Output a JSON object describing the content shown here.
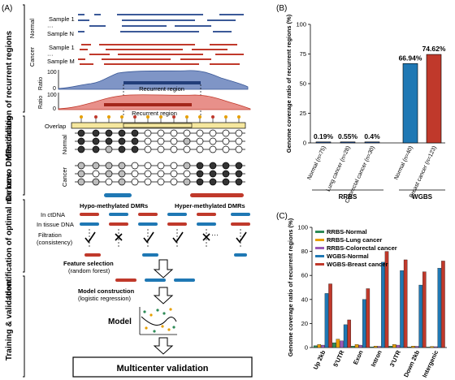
{
  "panels": {
    "a": "(A)",
    "b": "(B)",
    "c": "(C)"
  },
  "stages": [
    "Identification of recurrent regions",
    "De novo DMRs calling",
    "Identification of optimal markers",
    "Training & validation"
  ],
  "panel_a": {
    "normal_group": "Normal",
    "cancer_group": "Cancer",
    "sample_1": "Sample 1",
    "sample_n": "Sample N",
    "sample_m": "Sample M",
    "ellipsis": "···",
    "ratio": "Ratio",
    "ratio_max": "100",
    "ratio_min": "0",
    "recurrent_region": "Recurrent region",
    "overlap": "Overlap",
    "row_normal": "Normal",
    "row_cancer": "Cancer",
    "hypo": "Hypo-methylated DMRs",
    "hyper": "Hyper-methylated DMRs",
    "in_ctdna": "In ctDNA",
    "in_tissue": "In tissue DNA",
    "filtration": "Filtration",
    "filtration_sub": "(consistency)",
    "feature_selection": "Feature selection",
    "feature_selection_sub": "(random forest)",
    "model_construction": "Model construction",
    "model_construction_sub": "(logistic regression)",
    "model": "Model",
    "multicenter": "Multicenter validation",
    "colors": {
      "normal": "#3b5998",
      "cancer": "#c0392b",
      "dmr_blue": "#1f78b4",
      "dmr_red": "#c0392b",
      "overlap": "#f5e79e"
    }
  },
  "chart_data": [
    {
      "type": "bar",
      "title": "",
      "ylabel": "Genome coverage ratio of recurrent regions (%)",
      "ylim": [
        0,
        100
      ],
      "yticks": [
        0,
        25,
        50,
        75,
        100
      ],
      "grid": false,
      "groups": [
        {
          "label": "RRBS",
          "categories": [
            "Normal (n=75)",
            "Lung cancer (n=28)",
            "Colorectal cancer (n=30)"
          ],
          "values": [
            0.19,
            0.55,
            0.4
          ],
          "labels": [
            "0.19%",
            "0.55%",
            "0.4%"
          ]
        },
        {
          "label": "WGBS",
          "categories": [
            "Normal (n=40)",
            "Breast cancer (n=123)"
          ],
          "values": [
            66.94,
            74.62
          ],
          "labels": [
            "66.94%",
            "74.62%"
          ],
          "colors": [
            "#1f78b4",
            "#c0392b"
          ]
        }
      ]
    },
    {
      "type": "bar",
      "title": "",
      "ylabel": "Genome coverage ratio of recurrent regions (%)",
      "ylim": [
        0,
        100
      ],
      "yticks": [
        0,
        20,
        40,
        60,
        80,
        100
      ],
      "grid": false,
      "legend_placement": "top-left",
      "categories": [
        "Up 2kb",
        "5'UTR",
        "Exon",
        "Intron",
        "3'UTR",
        "Down 2kb",
        "Intergenic"
      ],
      "series": [
        {
          "name": "RRBS-Normal",
          "color": "#2e8b57",
          "values": [
            1.5,
            4,
            1.2,
            0.6,
            1.2,
            0.5,
            0.4
          ]
        },
        {
          "name": "RRBS-Lung cancer",
          "color": "#e69f00",
          "values": [
            2.5,
            7,
            2.5,
            1.2,
            2.5,
            1.2,
            0.9
          ]
        },
        {
          "name": "RRBS-Colorectal cancer",
          "color": "#9b59b6",
          "values": [
            2,
            5.5,
            2,
            1,
            2,
            1,
            0.7
          ]
        },
        {
          "name": "WGBS-Normal",
          "color": "#1f78b4",
          "values": [
            45,
            19,
            40,
            71,
            64,
            52,
            66
          ]
        },
        {
          "name": "WGBS-Breast cancer",
          "color": "#c0392b",
          "values": [
            53,
            23,
            49,
            80,
            73,
            63,
            72
          ]
        }
      ]
    }
  ]
}
